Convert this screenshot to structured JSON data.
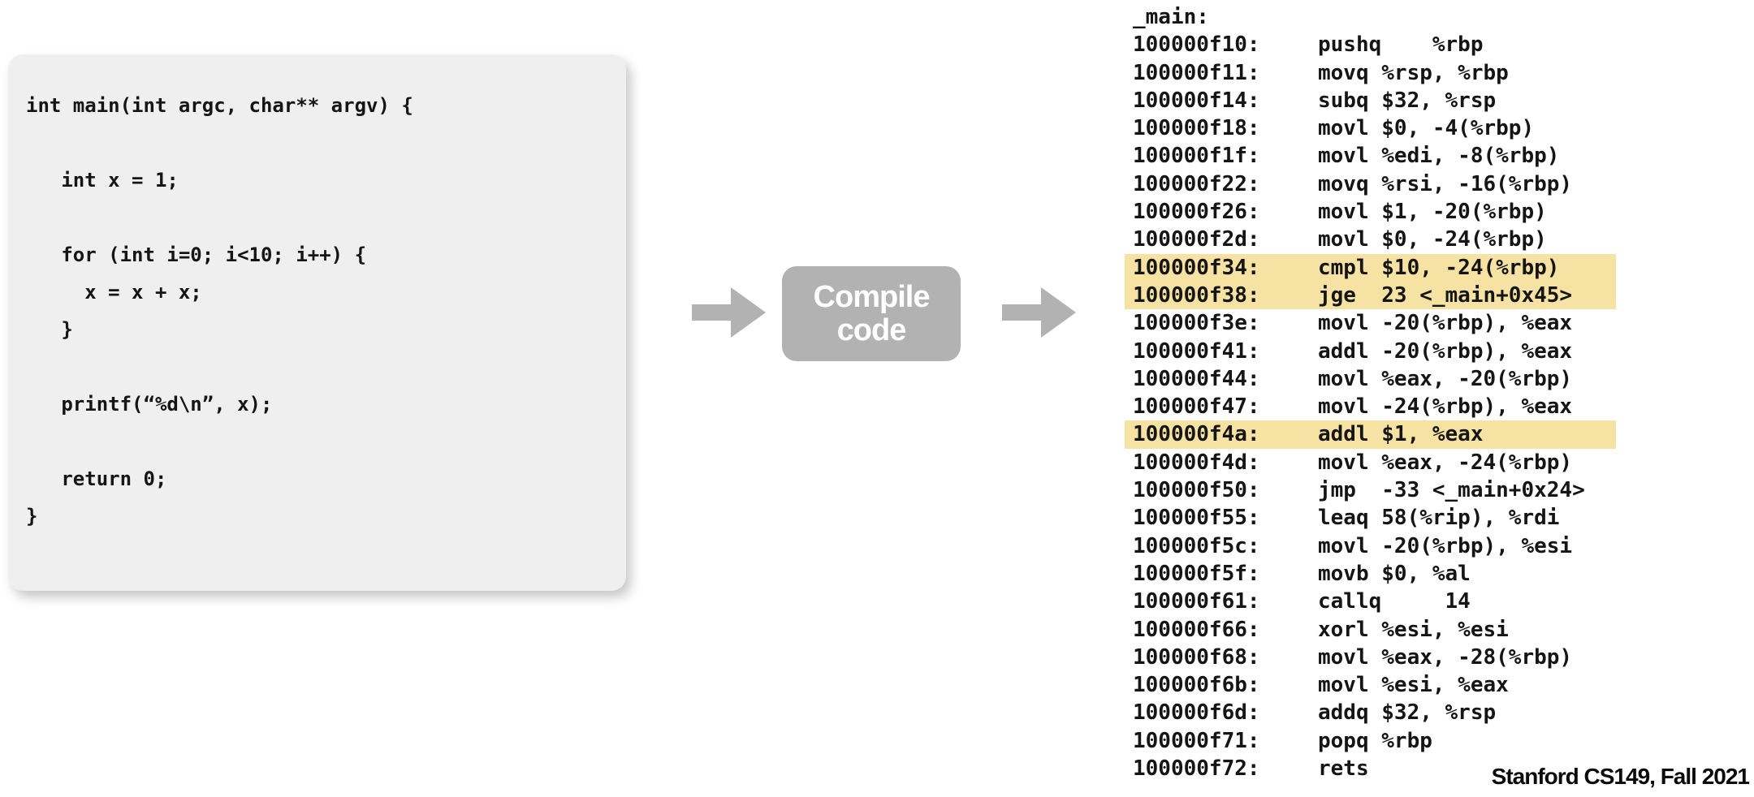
{
  "slide": {
    "credit": "Stanford CS149, Fall 2021"
  },
  "source_code": {
    "lines": [
      "int main(int argc, char** argv) {",
      "",
      "   int x = 1;",
      "",
      "   for (int i=0; i<10; i++) {",
      "     x = x + x;",
      "   }",
      "",
      "   printf(“%d\\n”, x);",
      "",
      "   return 0;",
      "}"
    ]
  },
  "pipeline": {
    "compile_line1": "Compile",
    "compile_line2": "code",
    "arrow_icon": "right-arrow"
  },
  "assembly": {
    "label": "_main:",
    "instructions": [
      {
        "addr": "100000f10:",
        "inst": "pushq    %rbp",
        "highlight": false
      },
      {
        "addr": "100000f11:",
        "inst": "movq %rsp, %rbp",
        "highlight": false
      },
      {
        "addr": "100000f14:",
        "inst": "subq $32, %rsp",
        "highlight": false
      },
      {
        "addr": "100000f18:",
        "inst": "movl $0, -4(%rbp)",
        "highlight": false
      },
      {
        "addr": "100000f1f:",
        "inst": "movl %edi, -8(%rbp)",
        "highlight": false
      },
      {
        "addr": "100000f22:",
        "inst": "movq %rsi, -16(%rbp)",
        "highlight": false
      },
      {
        "addr": "100000f26:",
        "inst": "movl $1, -20(%rbp)",
        "highlight": false
      },
      {
        "addr": "100000f2d:",
        "inst": "movl $0, -24(%rbp)",
        "highlight": false
      },
      {
        "addr": "100000f34:",
        "inst": "cmpl $10, -24(%rbp)",
        "highlight": true
      },
      {
        "addr": "100000f38:",
        "inst": "jge  23 <_main+0x45>",
        "highlight": true
      },
      {
        "addr": "100000f3e:",
        "inst": "movl -20(%rbp), %eax",
        "highlight": false
      },
      {
        "addr": "100000f41:",
        "inst": "addl -20(%rbp), %eax",
        "highlight": false
      },
      {
        "addr": "100000f44:",
        "inst": "movl %eax, -20(%rbp)",
        "highlight": false
      },
      {
        "addr": "100000f47:",
        "inst": "movl -24(%rbp), %eax",
        "highlight": false
      },
      {
        "addr": "100000f4a:",
        "inst": "addl $1, %eax",
        "highlight": true
      },
      {
        "addr": "100000f4d:",
        "inst": "movl %eax, -24(%rbp)",
        "highlight": false
      },
      {
        "addr": "100000f50:",
        "inst": "jmp  -33 <_main+0x24>",
        "highlight": false
      },
      {
        "addr": "100000f55:",
        "inst": "leaq 58(%rip), %rdi",
        "highlight": false
      },
      {
        "addr": "100000f5c:",
        "inst": "movl -20(%rbp), %esi",
        "highlight": false
      },
      {
        "addr": "100000f5f:",
        "inst": "movb $0, %al",
        "highlight": false
      },
      {
        "addr": "100000f61:",
        "inst": "callq     14",
        "highlight": false
      },
      {
        "addr": "100000f66:",
        "inst": "xorl %esi, %esi",
        "highlight": false
      },
      {
        "addr": "100000f68:",
        "inst": "movl %eax, -28(%rbp)",
        "highlight": false
      },
      {
        "addr": "100000f6b:",
        "inst": "movl %esi, %eax",
        "highlight": false
      },
      {
        "addr": "100000f6d:",
        "inst": "addq $32, %rsp",
        "highlight": false
      },
      {
        "addr": "100000f71:",
        "inst": "popq %rbp",
        "highlight": false
      },
      {
        "addr": "100000f72:",
        "inst": "rets",
        "highlight": false
      }
    ]
  },
  "colors": {
    "panel_background": "#efefef",
    "pipeline_gray": "#b2b2b2",
    "highlight_yellow": "#f6e2a2",
    "text": "#151515",
    "compile_text": "#ffffff"
  }
}
